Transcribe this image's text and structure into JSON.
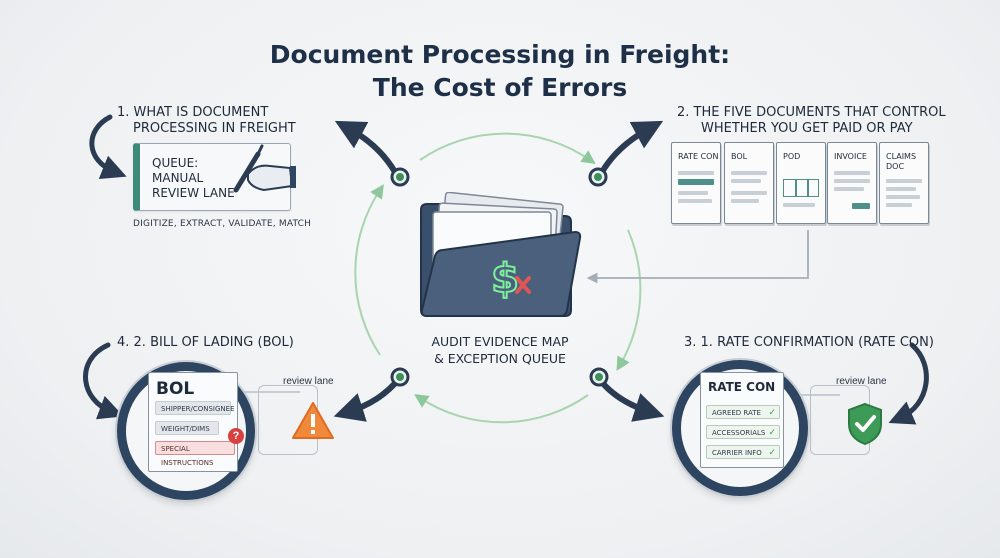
{
  "title": {
    "line1": "Document Processing in Freight:",
    "line2": "The Cost of Errors"
  },
  "center": {
    "icon": "folder-with-dollar-x",
    "label_line1": "AUDIT EVIDENCE MAP",
    "label_line2": "& EXCEPTION QUEUE"
  },
  "panel1": {
    "heading_line1": "1.  WHAT IS DOCUMENT",
    "heading_line2": "PROCESSING IN FREIGHT",
    "queue_line1": "QUEUE:",
    "queue_line2": "MANUAL",
    "queue_line3": "REVIEW LANE",
    "caption": "DIGITIZE, EXTRACT, VALIDATE, MATCH",
    "icon": "hand-with-pen-icon"
  },
  "panel2": {
    "heading_line1": "2.  THE FIVE DOCUMENTS THAT CONTROL",
    "heading_line2": "WHETHER YOU GET PAID OR PAY",
    "documents": [
      "RATE CON",
      "BOL",
      "POD",
      "INVOICE",
      "CLAIMS DOC"
    ],
    "claims_line1": "CLAIMS",
    "claims_line2": "DOC"
  },
  "panel3": {
    "heading": "3.  1. RATE CONFIRMATION (RATE CON)",
    "doc_title": "RATE CON",
    "fields": [
      "AGREED RATE",
      "ACCESSORIALS",
      "CARRIER INFO"
    ],
    "review_label": "review lane",
    "icon": "shield-check-icon"
  },
  "panel4": {
    "heading": "4.  2. BILL OF LADING (BOL)",
    "doc_title": "BOL",
    "fields": [
      "SHIPPER/CONSIGNEE",
      "WEIGHT/DIMS",
      "SPECIAL INSTRUCTIONS"
    ],
    "review_label": "review lane",
    "icon": "warning-triangle-icon"
  },
  "colors": {
    "navy": "#2e4561",
    "teal": "#3d8a78",
    "green_node": "#3f8f5c",
    "warning": "#f0883a",
    "shield": "#3d9b57",
    "error_red": "#d94040"
  }
}
